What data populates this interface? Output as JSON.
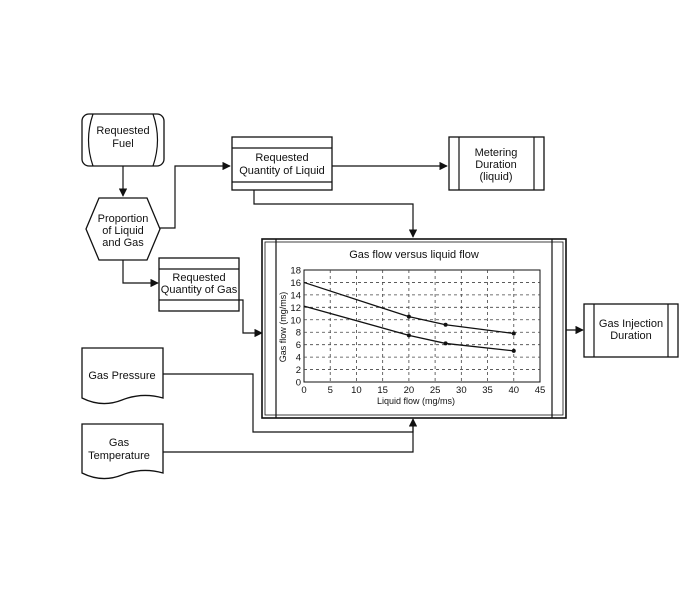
{
  "nodes": {
    "requested_fuel": [
      "Requested",
      "Fuel"
    ],
    "proportion": [
      "Proportion",
      "of Liquid",
      "and Gas"
    ],
    "requested_liquid": [
      "Requested",
      "Quantity of Liquid"
    ],
    "metering_duration": [
      "Metering",
      "Duration",
      "(liquid)"
    ],
    "requested_gas": [
      "Requested",
      "Quantity of Gas"
    ],
    "gas_pressure": [
      "Gas Pressure"
    ],
    "gas_temperature": [
      "Gas",
      "Temperature"
    ],
    "gas_injection_duration": [
      "Gas Injection",
      "Duration"
    ]
  },
  "chart_data": {
    "type": "line",
    "title": "Gas flow versus liquid flow",
    "xlabel": "Liquid flow (mg/ms)",
    "ylabel": "Gas flow (mg/ms)",
    "xlim": [
      0,
      45
    ],
    "ylim": [
      0,
      18
    ],
    "xticks": [
      0,
      5,
      10,
      15,
      20,
      25,
      30,
      35,
      40,
      45
    ],
    "yticks": [
      0,
      2,
      4,
      6,
      8,
      10,
      12,
      14,
      16,
      18
    ],
    "grid": true,
    "series": [
      {
        "x": [
          0,
          20,
          27,
          40
        ],
        "y": [
          16,
          10.5,
          9.2,
          7.8
        ]
      },
      {
        "x": [
          0,
          20,
          27,
          40
        ],
        "y": [
          12.2,
          7.5,
          6.2,
          5
        ]
      }
    ]
  }
}
